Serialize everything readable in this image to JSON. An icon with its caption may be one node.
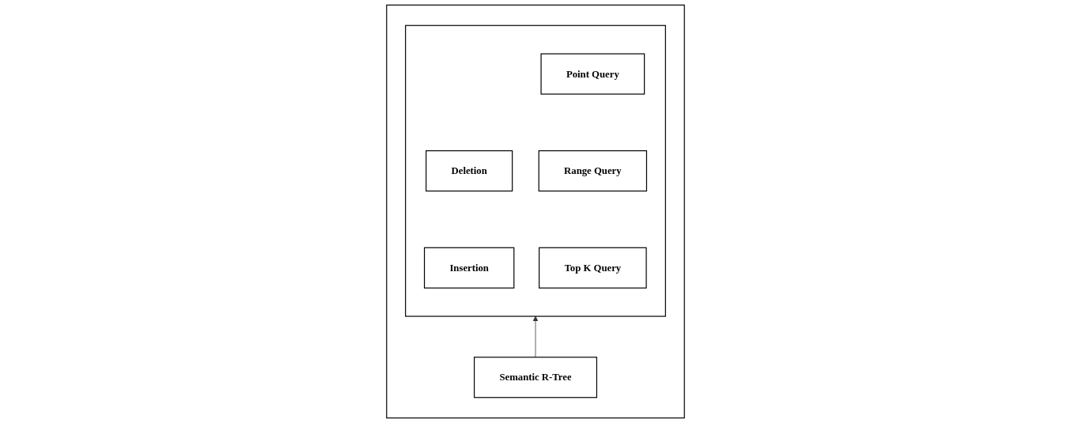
{
  "diagram": {
    "nodes": [
      {
        "text": [],
        "shape": "box"
      },
      {
        "text": [],
        "shape": "box",
        "in": 0
      },
      {
        "text": [
          "Insertion"
        ],
        "in": 1
      },
      {
        "text": [
          "Deletion"
        ],
        "in": 1
      },
      {
        "text": [
          "Top K Query"
        ],
        "in": 1
      },
      {
        "text": [
          "Range Query"
        ],
        "in": 1
      },
      {
        "text": [
          "Point Query"
        ],
        "in": 1
      },
      {
        "text": [
          "Semantic R-Tree"
        ],
        "in": 0
      }
    ],
    "edges": [
      {
        "from": 7,
        "to": 1,
        "arrow": "to"
      }
    ]
  }
}
